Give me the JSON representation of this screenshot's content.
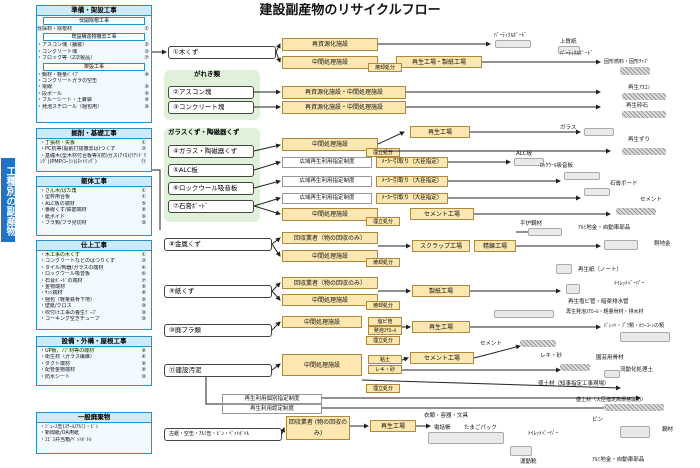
{
  "title": "建設副産物のリサイクルフロー",
  "side_label": "工種別の副産物",
  "panels": {
    "prep": {
      "heading": "準備・架設工事",
      "sub1": "伐開除根工事",
      "row1": "伐採材・除根材",
      "num1": "①",
      "sub2": "既設構造物撤去工事",
      "rows2": [
        "・アスコン塊（舗装）",
        "・コンクリート塊",
        "・ブロック等（2次製品）"
      ],
      "nums2": [
        "②",
        "③",
        "⑦"
      ],
      "sub3": "架設工事",
      "rows3": [
        "・鋼材・軽量ﾊﾟｲﾌﾟ",
        "・コンクリートガラの空缶",
        "・電線",
        "・段ボール",
        "・ブルーシート・土嚢袋",
        "・発泡スチロール（梱包用）"
      ],
      "nums3": [
        "⑧",
        "",
        "⑨",
        "⑨",
        "⑩",
        "⑩"
      ]
    },
    "excav": {
      "heading": "掘削・基礎工事",
      "rows": [
        "・丁張材・矢板",
        "・PC杭等(掘削打抜撤去は)つくず",
        "・基礎木(型木材付合板等)(防)ガス(ｱｲﾛ)(ﾃｱｼﾄﾞﾘﾝｸﾞ)(PMP/ｺｰﾗﾝ)(ﾈｯﾄﾘﾝｸﾞ)"
      ],
      "nums": [
        "①",
        "③",
        "⑪"
      ]
    },
    "frame": {
      "heading": "躯体工事",
      "rows": [
        "・さん木/ばた角",
        "・型枠用合板",
        "・ALC板の端材",
        "・番線くず/鉄筋端材",
        "・紙ボイド",
        "・ブラ類/ブラ見切材"
      ],
      "nums": [
        "①",
        "①",
        "⑤",
        "⑧",
        "⑨",
        "⑩"
      ]
    },
    "finish": {
      "heading": "仕上工事",
      "rows": [
        "・木工事の木くず",
        "・コンクリートなどのはつりくず",
        "・タイル/陶器/ガラスの端材",
        "・ロックウール吸音板",
        "・石膏ﾎﾞｰﾄﾞの端材",
        "・金物端材",
        "・ｻｯｼ端材",
        "・梱包（軽量鉄骨下地）",
        "・壁紙/クロス",
        "・吹付け工事の養生ﾃﾞｰﾌﾟ",
        "・コーキング空きチューブ"
      ],
      "nums": [
        "①",
        "③",
        "④",
        "⑥",
        "⑦",
        "⑧",
        "⑧",
        "⑨",
        "⑩",
        "⑩",
        "⑩"
      ]
    },
    "equip": {
      "heading": "設備・外構・屋根工事",
      "rows": [
        "・UP板、ﾉﾌﾞ材等の端材",
        "・衛生材（ガラス繊維）",
        "・ダクト端材",
        "・配管金物端材",
        "・防水シート"
      ],
      "nums": [
        "⑧",
        "④",
        "⑧",
        "⑧",
        "⑩"
      ]
    },
    "general": {
      "heading": "一般廃棄物",
      "rows": [
        "・ｼﾞｭｰｽ缶(ｽﾁｰﾙ/ｱﾙﾐ)・ﾋﾞﾝ",
        "・新聞紙/OA用紙",
        "・ｴﾋﾞｽ弁当箱/ﾍﾟｯﾄﾎﾞﾄﾙ"
      ]
    }
  },
  "green_header": "がれき類",
  "glass_header": "ガラスくず・陶磁器くず",
  "categories": [
    "①木くず",
    "②アスコン塊",
    "③コンクリート塊",
    "④ガラス・陶磁器くず",
    "⑤ALC板",
    "⑥ロックウール吸音板",
    "⑦石膏ﾎﾞｰﾄﾞ",
    "⑧金属くず",
    "⑨紙くず",
    "⑩廃プラ類",
    "⑪建設汚泥",
    "古紙・空缶・ｱﾙﾐ缶・ﾋﾞﾝ・ﾍﾟｯﾄﾎﾞﾄﾙ"
  ],
  "facilities": {
    "saishigen": "再資源化施設",
    "chukan": "中間処理施設",
    "saishigen_chukan": "再資源化施設・中間処理施設",
    "kouiki": "広域再生利用指定制度",
    "maker": "ﾒｰｶｰ引取り（大臣指定）",
    "kaishu": "回収業者（物の回収のみ）",
    "saisei": "再生工場",
    "saisei_seishi": "再生工場・製紙工場",
    "seishi": "製紙工場",
    "scrap": "スクラップ工場",
    "seiren": "精錬工場",
    "cement": "セメント工場",
    "kaishu2": "回収業者\n(物の回収のみ)",
    "kobetsu": "再生利用個別指定制度",
    "nintei": "再生利用認定制度"
  },
  "small": {
    "shokyaku": "焼却処分",
    "umetate": "埋立処分",
    "sekkou": "石膏",
    "kan_tsubu": "粘土",
    "reki_suna": "レキ・砂",
    "hatsudenpuro": "発泡ｽﾁﾛｰﾙ",
    "enbi": "塩ビ管"
  },
  "products": {
    "particle": "ﾊﾟｰﾃｨｸﾙﾎﾞｰﾄﾞ",
    "jouhi": "上質紙",
    "particle2": "ﾊﾟｰﾃｨｸﾙﾎﾞｰﾄﾞ",
    "nenryou": "固形燃料・固形ﾁｯﾌﾟ",
    "ascon": "再生ｱｽｺﾝ",
    "saiseki": "再生砕石",
    "glass": "ガラス",
    "zuri": "再生ずり",
    "alc": "ALC板",
    "rockwool": "ﾛｯｸｳｰﾙ吸音板",
    "sekkou_board": "石膏ボード",
    "cement": "セメント",
    "heiro": "平炉鋼材",
    "alumi": "ｱﾙﾐ地金・自動車部品",
    "douchi": "銅地金",
    "shinbun": "再生紙（ノート）",
    "toilet": "ﾄｲﾚｯﾄﾍﾟｰﾊﾟｰ",
    "enbi": "再生塩ビ管・暗渠排水管",
    "happou": "再生発泡ｽﾁﾛｰﾙ・軽量骨材・排水材",
    "pallet": "ﾊﾟﾚｯﾄ・ﾌﾟﾗ類・ｶﾗｰｺｰﾝの類",
    "cement2": "セメント",
    "reki": "レキ・砂",
    "sousen": "園芸用骨材",
    "ryudou": "流動化処理土",
    "seido": "盛土材（知事指定工事現場）",
    "seido2": "盛土材（大臣指定高規格堤防）",
    "ifuku": "衣類・容器・文具",
    "denwa": "電話帳",
    "tamago": "たまごパック",
    "toilet2": "ﾄｲﾚｯﾄﾍﾟｰﾊﾟｰ",
    "bin": "ビン",
    "koutetsu": "鋼材",
    "undou": "運動靴",
    "alumi2": "ｱﾙﾐ地金・自動車部品"
  }
}
